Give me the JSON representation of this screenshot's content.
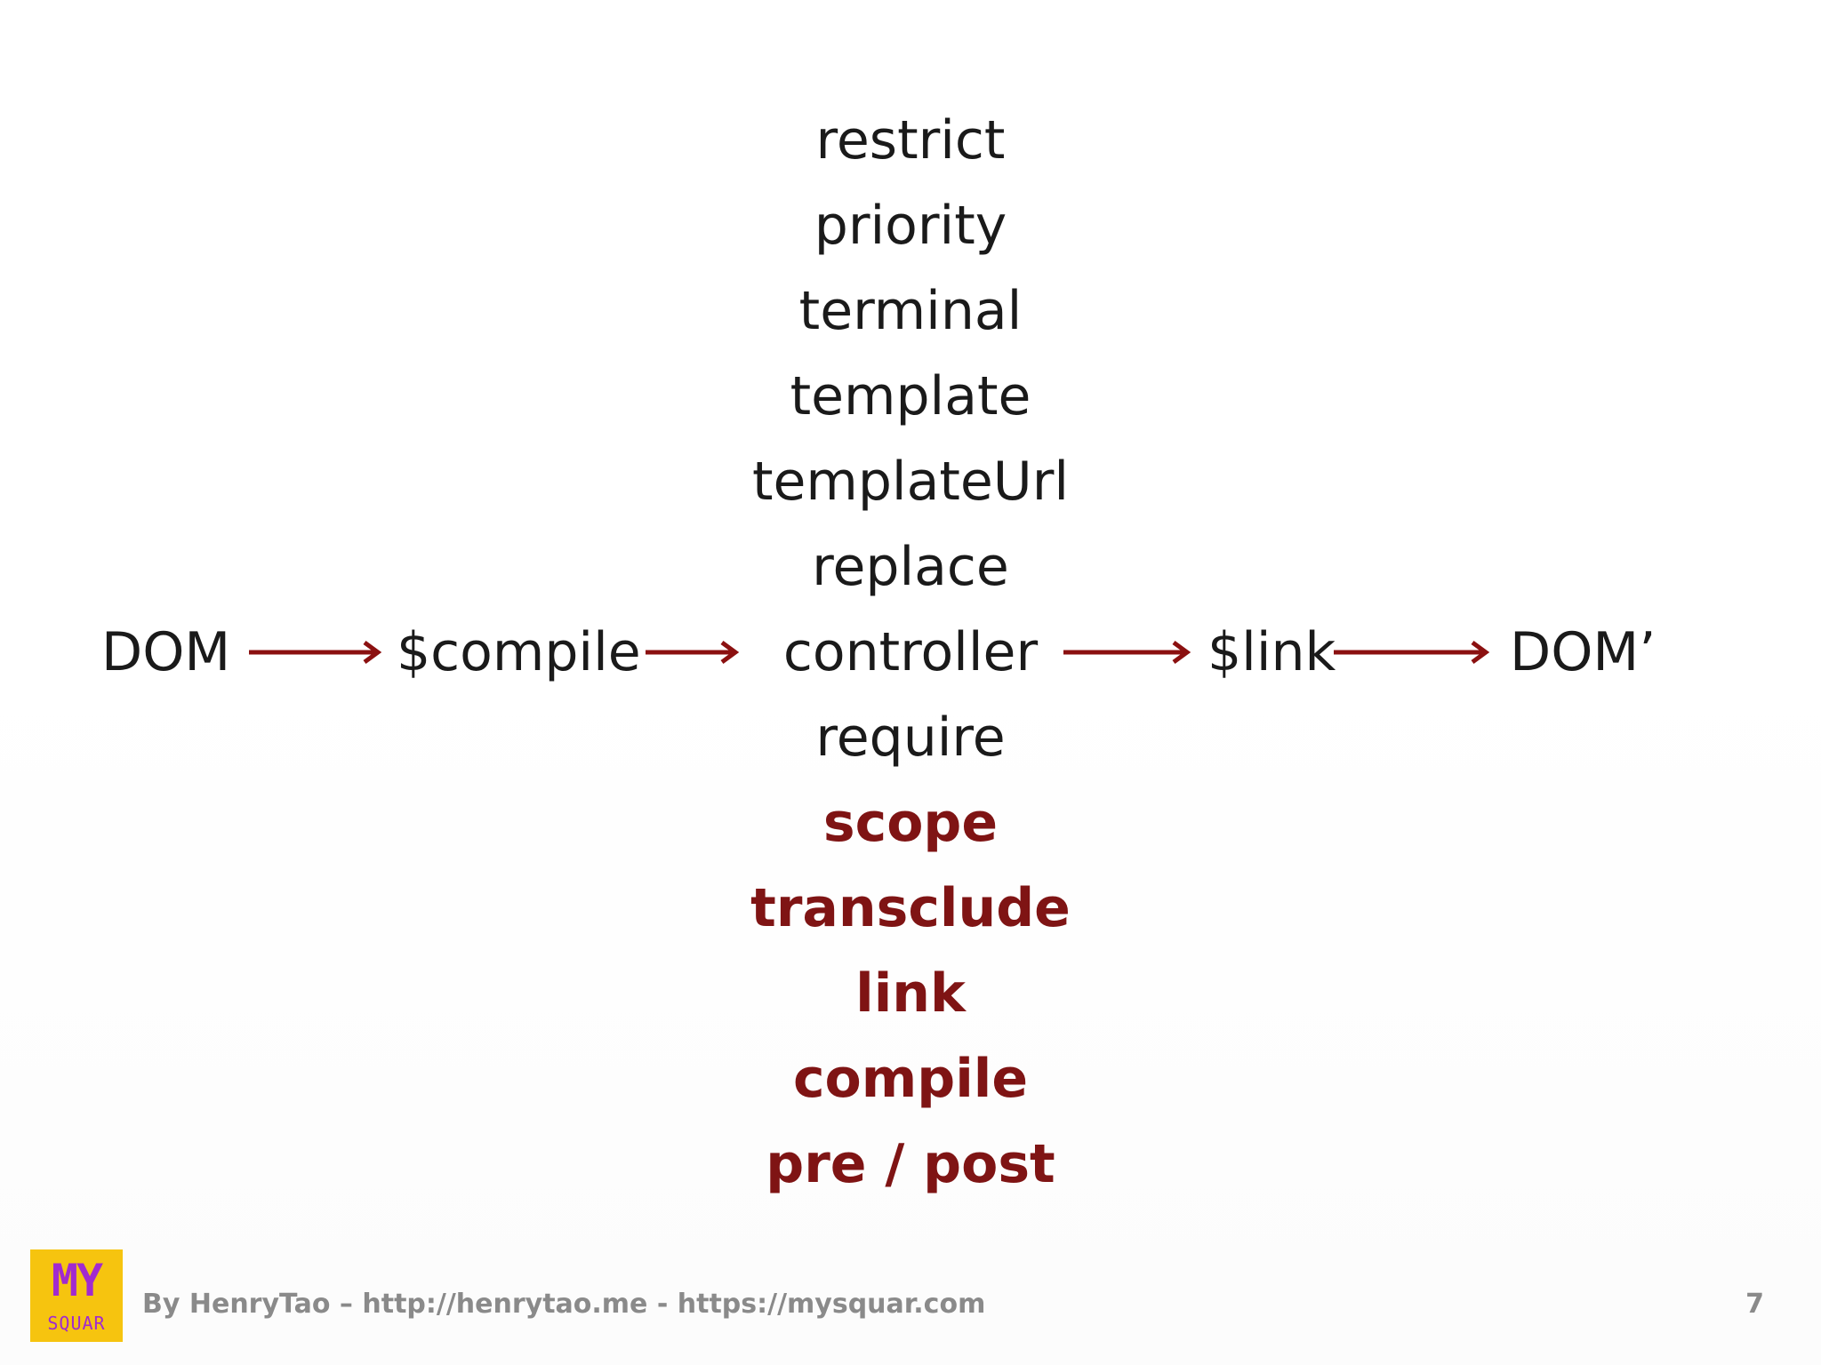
{
  "options": [
    {
      "label": "restrict",
      "emphasis": false
    },
    {
      "label": "priority",
      "emphasis": false
    },
    {
      "label": "terminal",
      "emphasis": false
    },
    {
      "label": "template",
      "emphasis": false
    },
    {
      "label": "templateUrl",
      "emphasis": false
    },
    {
      "label": "replace",
      "emphasis": false
    },
    {
      "label": "controller",
      "emphasis": false
    },
    {
      "label": "require",
      "emphasis": false
    },
    {
      "label": "scope",
      "emphasis": true
    },
    {
      "label": "transclude",
      "emphasis": true
    },
    {
      "label": "link",
      "emphasis": true
    },
    {
      "label": "compile",
      "emphasis": true
    },
    {
      "label": "pre / post",
      "emphasis": true
    }
  ],
  "flow": {
    "source": "DOM",
    "compile": "$compile",
    "link": "$link",
    "result": "DOM’"
  },
  "footer": {
    "logo_top": "MY",
    "logo_bottom": "SQUAR",
    "credit": "By HenryTao – http://henrytao.me - https://mysquar.com",
    "page_number": "7"
  },
  "colors": {
    "arrow": "#8b1010",
    "emphasis_text": "#7f1414",
    "body_text": "#1a1a1a",
    "footer_text": "#8a8a8a",
    "logo_background": "#f6c40f",
    "logo_text": "#a12acf"
  }
}
